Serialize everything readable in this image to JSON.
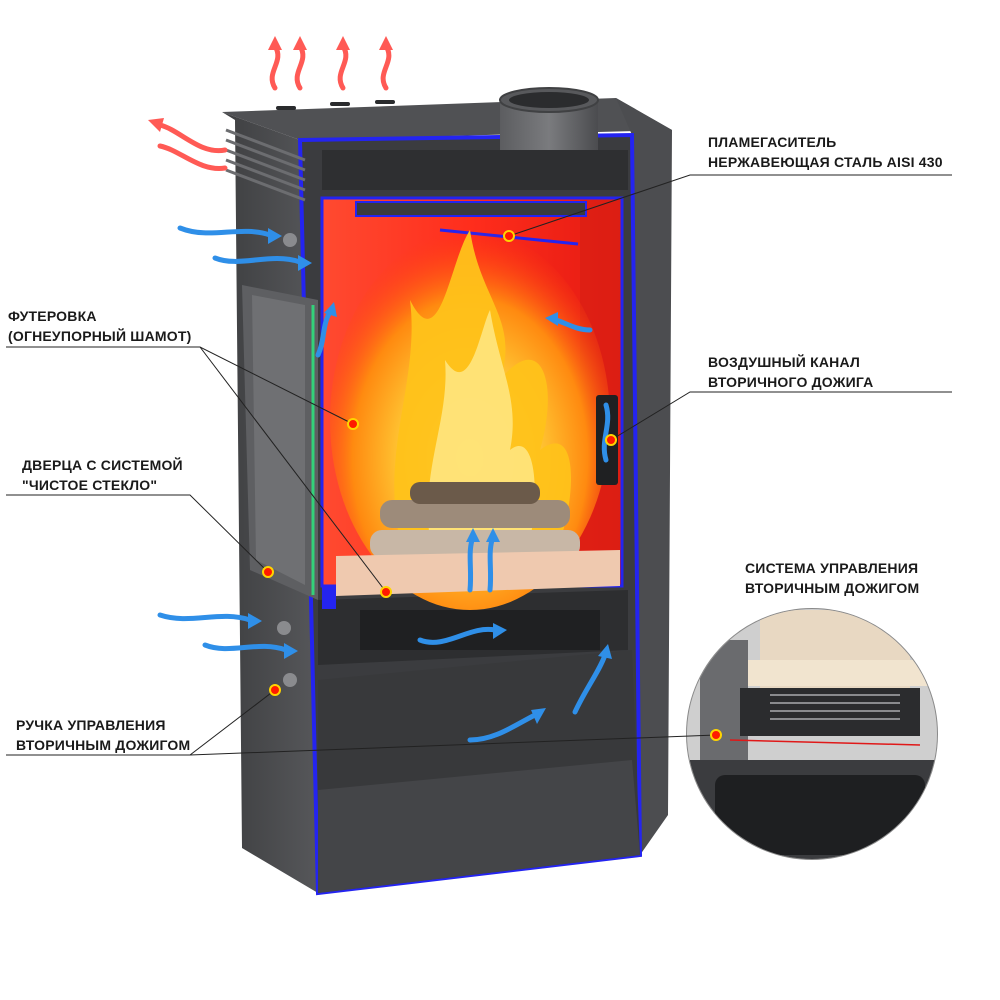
{
  "labels": {
    "flame_damper": {
      "line1": "ПЛАМЕГАСИТЕЛЬ",
      "line2": "НЕРЖАВЕЮЩАЯ СТАЛЬ AISI 430"
    },
    "lining": {
      "line1": "ФУТЕРОВКА",
      "line2": "(ОГНЕУПОРНЫЙ ШАМОТ)"
    },
    "air_channel": {
      "line1": "ВОЗДУШНЫЙ КАНАЛ",
      "line2": "ВТОРИЧНОГО ДОЖИГА"
    },
    "door": {
      "line1": "ДВЕРЦА С СИСТЕМОЙ",
      "line2": "\"ЧИСТОЕ СТЕКЛО\""
    },
    "control_system": {
      "line1": "СИСТЕМА УПРАВЛЕНИЯ",
      "line2": "ВТОРИЧНЫМ ДОЖИГОМ"
    },
    "handle": {
      "line1": "РУЧКА УПРАВЛЕНИЯ",
      "line2": "ВТОРИЧНЫМ ДОЖИГОМ"
    }
  },
  "colors": {
    "stove_body": "#4a4b4d",
    "stove_dark": "#333436",
    "outline": "#2222ee",
    "firebox": "#ff2a1a",
    "fire": "#ffb400",
    "chamotte": "#eec7ae",
    "hot_air": "#ff5a55",
    "cold_air": "#2f8fe8",
    "marker": "#ff1a00",
    "leader": "#222222"
  },
  "icons": [
    "hot-air-arrow-icon",
    "cold-air-arrow-icon",
    "marker-dot-icon",
    "flame-icon"
  ]
}
